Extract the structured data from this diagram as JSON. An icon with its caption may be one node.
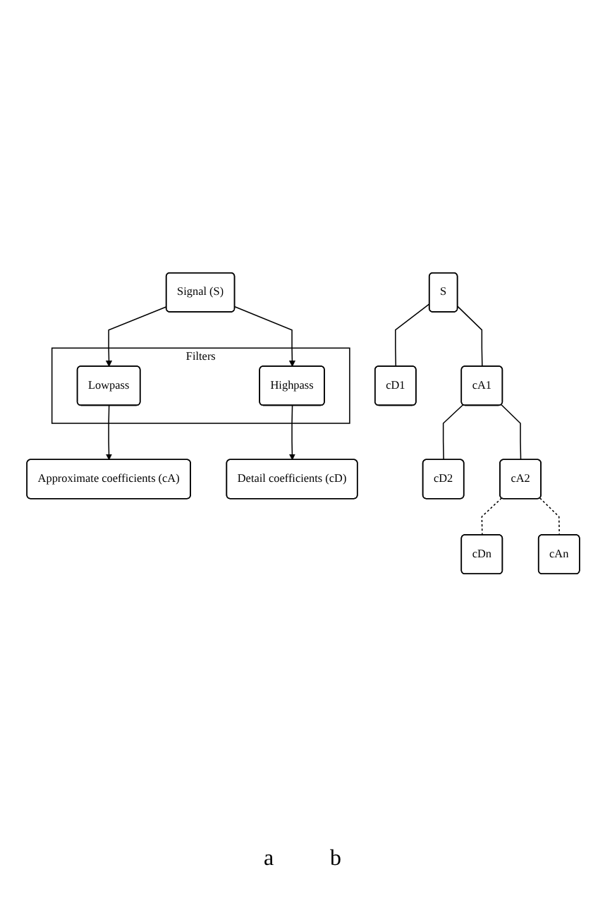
{
  "diagram": {
    "nodes": [
      {
        "text": [
          "Signal (S)"
        ]
      },
      {
        "text": [
          "Filters"
        ]
      },
      {
        "text": [
          "Lowpass"
        ],
        "in": 1
      },
      {
        "text": [
          "Highpass"
        ],
        "in": 1
      },
      {
        "text": [
          "Approximate coefficients (cA)"
        ]
      },
      {
        "text": [
          "Detail coefficients (cD)"
        ]
      },
      {
        "text": [
          "S"
        ]
      },
      {
        "text": [
          "cD1"
        ]
      },
      {
        "text": [
          "cA1"
        ]
      },
      {
        "text": [
          "cD2"
        ]
      },
      {
        "text": [
          "cA2"
        ]
      },
      {
        "text": [
          "cDn"
        ]
      },
      {
        "text": [
          "cAn"
        ]
      }
    ],
    "edges": [
      {
        "from": 0,
        "to": 2,
        "arrow": "to"
      },
      {
        "from": 0,
        "to": 3,
        "arrow": "to"
      },
      {
        "from": 2,
        "to": 4,
        "arrow": "to"
      },
      {
        "from": 3,
        "to": 5,
        "arrow": "to"
      },
      {
        "from": 6,
        "to": 7,
        "arrow": "none"
      },
      {
        "from": 6,
        "to": 8,
        "arrow": "none"
      },
      {
        "from": 8,
        "to": 9,
        "arrow": "none"
      },
      {
        "from": 8,
        "to": 10,
        "arrow": "none"
      },
      {
        "from": 10,
        "to": 11,
        "arrow": "none",
        "style": "dashed"
      },
      {
        "from": 10,
        "to": 12,
        "arrow": "none",
        "style": "dashed"
      }
    ],
    "labels": [
      "a",
      "b"
    ]
  }
}
